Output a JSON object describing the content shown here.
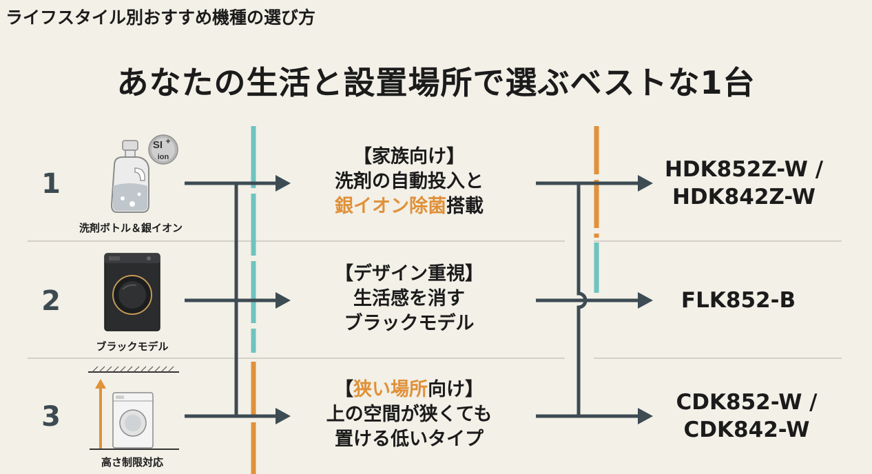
{
  "header": {
    "subtitle": "ライフスタイル別おすすめ機種の選び方",
    "title": "あなたの生活と設置場所で選ぶベストな1台"
  },
  "colors": {
    "accent_orange": "#e0913a",
    "accent_teal": "#6fc3bf",
    "line_dark": "#3d4b53",
    "background": "#f2f0e7"
  },
  "rows": [
    {
      "number": "1",
      "icon": "detergent-bottle-icon",
      "badge": "SI+ ion",
      "badge_top": "SI",
      "badge_plus": "+",
      "badge_bottom": "ion",
      "caption": "洗剤ボトル＆銀イオン",
      "tag": "【家族向け】",
      "line2": "洗剤の自動投入と",
      "line3_accent": "銀イオン除菌",
      "line3_rest": "搭載",
      "model_line1": "HDK852Z-W /",
      "model_line2": "HDK842Z-W"
    },
    {
      "number": "2",
      "icon": "washing-machine-black-icon",
      "caption": "ブラックモデル",
      "tag": "【デザイン重視】",
      "line2": "生活感を消す",
      "line3": "ブラックモデル",
      "model_line1": "FLK852-B"
    },
    {
      "number": "3",
      "icon": "low-height-washer-icon",
      "caption": "高さ制限対応",
      "tag_open": "【",
      "tag_accent": "狭い場所",
      "tag_rest": "向け】",
      "line2": "上の空間が狭くても",
      "line3": "置ける低いタイプ",
      "model_line1": "CDK852-W /",
      "model_line2": "CDK842-W"
    }
  ]
}
